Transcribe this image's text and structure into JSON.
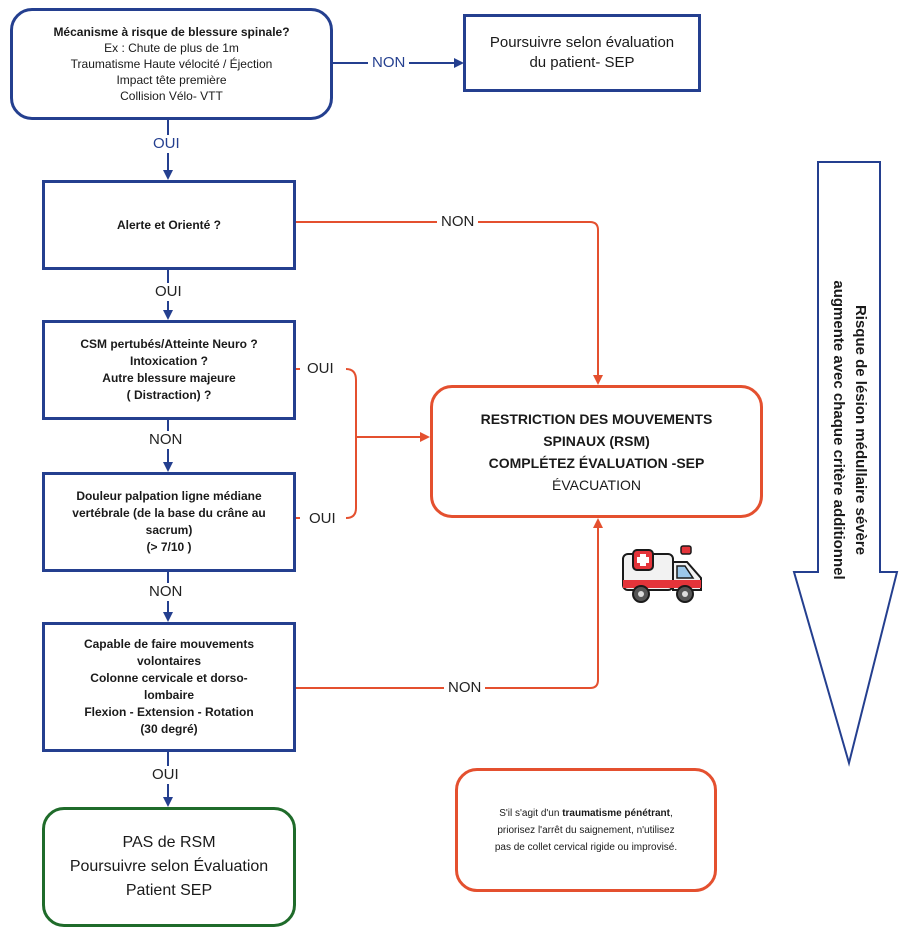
{
  "colors": {
    "blue": "#243f8f",
    "red": "#e4502f",
    "green": "#1f6b2a"
  },
  "nodes": {
    "mechanism": {
      "title": "Mécanisme à risque de blessure spinale?",
      "lines": [
        "Ex : Chute de plus de 1m",
        "Traumatisme Haute vélocité / Éjection",
        "Impact tête première",
        "Collision Vélo- VTT"
      ]
    },
    "continue": {
      "lines": [
        "Poursuivre selon évaluation",
        "du patient- SEP"
      ]
    },
    "alert": {
      "lines": [
        "Alerte et Orienté ?"
      ]
    },
    "csm": {
      "lines": [
        "CSM pertubés/Atteinte Neuro ?",
        "Intoxication ?",
        "Autre blessure majeure",
        "( Distraction)  ?"
      ]
    },
    "pain": {
      "lines": [
        "Douleur palpation ligne médiane",
        "vertébrale  (de la base du crâne au",
        "sacrum)",
        "(> 7/10 )"
      ]
    },
    "movement": {
      "lines": [
        "Capable de faire mouvements",
        "volontaires",
        "Colonne cervicale et dorso-",
        "lombaire",
        "Flexion - Extension - Rotation",
        "(30 degré)"
      ]
    },
    "no_rsm": {
      "lines": [
        "PAS de RSM",
        "Poursuivre selon Évaluation",
        "Patient SEP"
      ]
    },
    "rsm": {
      "bold_lines": [
        "RESTRICTION DES MOUVEMENTS",
        "SPINAUX (RSM)",
        "COMPLÉTEZ ÉVALUATION -SEP"
      ],
      "normal_line": "ÉVACUATION"
    },
    "note": {
      "prefix": "S'il s'agit d'un ",
      "bold": "traumatisme pénétrant",
      "suffix": ",",
      "rest": [
        "priorisez l'arrêt du saignement, n'utilisez",
        "pas de collet cervical rigide ou improvisé."
      ]
    }
  },
  "edges": {
    "mech_non": "NON",
    "mech_oui": "OUI",
    "alert_non": "NON",
    "alert_oui": "OUI",
    "csm_oui": "OUI",
    "csm_non": "NON",
    "pain_oui": "OUI",
    "pain_non": "NON",
    "move_non": "NON",
    "move_oui": "OUI"
  },
  "side_arrow": {
    "lines": [
      "Risque de lésion médullaire  sévère",
      "augmente avec chaque critère additionnel"
    ]
  },
  "icons": {
    "ambulance": "ambulance-icon"
  }
}
